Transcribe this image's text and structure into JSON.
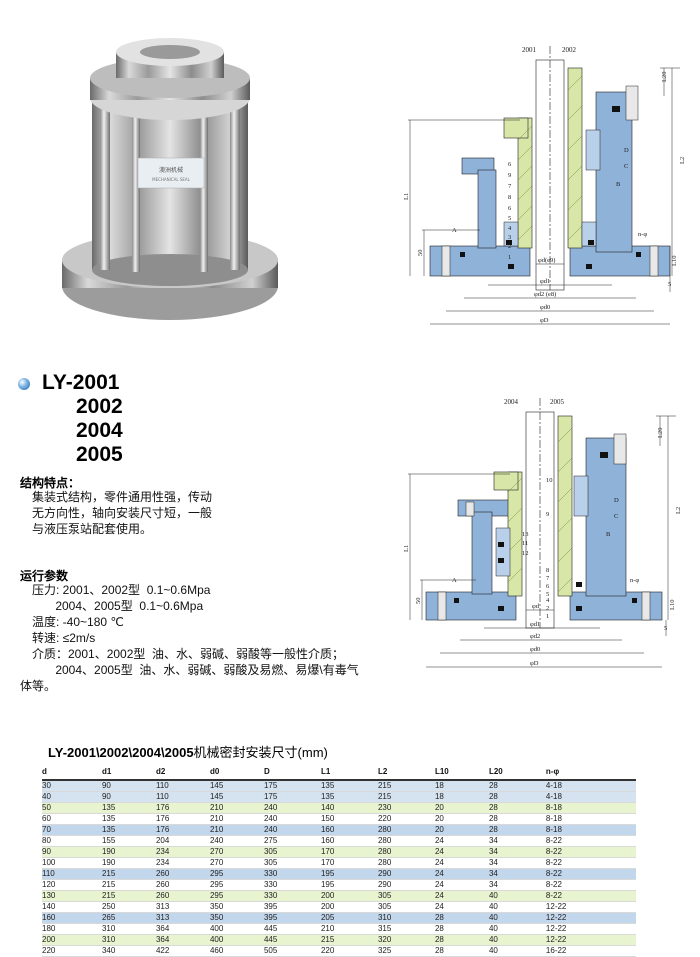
{
  "models": [
    "LY-2001",
    "2002",
    "2004",
    "2005"
  ],
  "features": {
    "heading": "结构特点：",
    "lines": [
      "集装式结构，零件通用性强，传动",
      "无方向性，轴向安装尺寸短，一般",
      "与液压泵站配套使用。"
    ]
  },
  "params": {
    "heading": "运行参数",
    "pressure_1": "压力: 2001、2002型  0.1~0.6Mpa",
    "pressure_2": "       2004、2005型  0.1~0.6Mpa",
    "temperature": "温度: -40~180 ℃",
    "speed": "转速: ≤2m/s",
    "medium_1": "介质：2001、2002型  油、水、弱碱、弱酸等一般性介质；",
    "medium_2": "       2004、2005型  油、水、弱碱、弱酸及易燃、易爆\\有毒气",
    "medium_3": "体等。"
  },
  "photo": {
    "plate_line_1": "澳洲机械",
    "plate_line_2": "MECHANICAL SEAL"
  },
  "drawing_top": {
    "label_a": "2001",
    "label_b": "2002",
    "dims": [
      "L20",
      "L2",
      "L1",
      "50",
      "L10",
      "5",
      "n-φ",
      "φd(e9)",
      "φd1",
      "φd2 (e8)",
      "φd0",
      "φD"
    ],
    "letters": [
      "A",
      "B",
      "C",
      "D"
    ],
    "part_numbers": [
      "6",
      "9",
      "7",
      "8",
      "6",
      "5",
      "4",
      "3",
      "2",
      "1"
    ]
  },
  "drawing_bottom": {
    "label_a": "2004",
    "label_b": "2005",
    "dims": [
      "L20",
      "L2",
      "L1",
      "50",
      "L10",
      "5",
      "n-φ",
      "φd",
      "φd1",
      "φd2",
      "φd0",
      "φD"
    ],
    "letters": [
      "A",
      "B",
      "C",
      "D"
    ],
    "part_numbers": [
      "10",
      "9",
      "13",
      "11",
      "12",
      "8",
      "7",
      "6",
      "5",
      "4",
      "3",
      "2",
      "1"
    ]
  },
  "table": {
    "title_bold": "LY-2001\\2002\\2004\\2005",
    "title_rest": "机械密封安装尺寸(mm)",
    "headers": [
      "d",
      "d1",
      "d2",
      "d0",
      "D",
      "L1",
      "L2",
      "L10",
      "L20",
      "n-φ"
    ],
    "rows": [
      [
        "30",
        "90",
        "110",
        "145",
        "175",
        "135",
        "215",
        "18",
        "28",
        "4-18"
      ],
      [
        "40",
        "90",
        "110",
        "145",
        "175",
        "135",
        "215",
        "18",
        "28",
        "4-18"
      ],
      [
        "50",
        "135",
        "176",
        "210",
        "240",
        "140",
        "230",
        "20",
        "28",
        "8-18"
      ],
      [
        "60",
        "135",
        "176",
        "210",
        "240",
        "150",
        "220",
        "20",
        "28",
        "8-18"
      ],
      [
        "70",
        "135",
        "176",
        "210",
        "240",
        "160",
        "280",
        "20",
        "28",
        "8-18"
      ],
      [
        "80",
        "155",
        "204",
        "240",
        "275",
        "160",
        "280",
        "24",
        "34",
        "8-22"
      ],
      [
        "90",
        "190",
        "234",
        "270",
        "305",
        "170",
        "280",
        "24",
        "34",
        "8-22"
      ],
      [
        "100",
        "190",
        "234",
        "270",
        "305",
        "170",
        "280",
        "24",
        "34",
        "8-22"
      ],
      [
        "110",
        "215",
        "260",
        "295",
        "330",
        "195",
        "290",
        "24",
        "34",
        "8-22"
      ],
      [
        "120",
        "215",
        "260",
        "295",
        "330",
        "195",
        "290",
        "24",
        "34",
        "8-22"
      ],
      [
        "130",
        "215",
        "260",
        "295",
        "330",
        "200",
        "305",
        "24",
        "40",
        "8-22"
      ],
      [
        "140",
        "250",
        "313",
        "350",
        "395",
        "200",
        "305",
        "24",
        "40",
        "12-22"
      ],
      [
        "160",
        "265",
        "313",
        "350",
        "395",
        "205",
        "310",
        "28",
        "40",
        "12-22"
      ],
      [
        "180",
        "310",
        "364",
        "400",
        "445",
        "210",
        "315",
        "28",
        "40",
        "12-22"
      ],
      [
        "200",
        "310",
        "364",
        "400",
        "445",
        "215",
        "320",
        "28",
        "40",
        "12-22"
      ],
      [
        "220",
        "340",
        "422",
        "460",
        "505",
        "220",
        "325",
        "28",
        "40",
        "16-22"
      ]
    ]
  }
}
